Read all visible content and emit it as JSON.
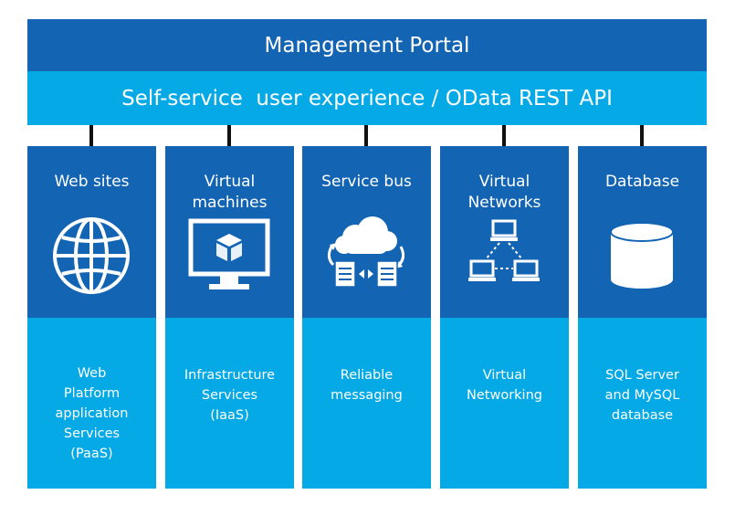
{
  "portal": {
    "title": "Management Portal"
  },
  "api": {
    "title": "Self-service  user experience / OData REST API"
  },
  "services": [
    {
      "title": "Web sites",
      "description": "Web\nPlatform\napplication\nServices\n(PaaS)",
      "icon": "globe-icon"
    },
    {
      "title": "Virtual\nmachines",
      "description": "Infrastructure\nServices\n(IaaS)",
      "icon": "virtual-machine-monitor-icon"
    },
    {
      "title": "Service bus",
      "description": "Reliable\nmessaging",
      "icon": "cloud-sync-icon"
    },
    {
      "title": "Virtual\nNetworks",
      "description": "Virtual\nNetworking",
      "icon": "network-computers-icon"
    },
    {
      "title": "Database",
      "description": "SQL Server\nand MySQL\ndatabase",
      "icon": "database-icon"
    }
  ],
  "colors": {
    "dark_blue": "#1464b4",
    "light_blue": "#05a9e6",
    "connector": "#111111"
  }
}
